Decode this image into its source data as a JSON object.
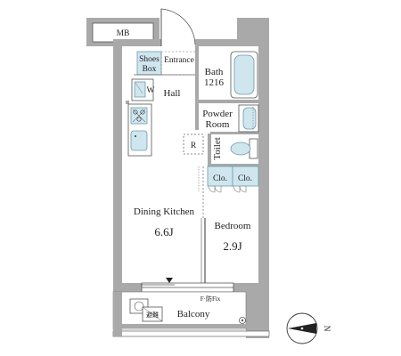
{
  "floorplan": {
    "rooms": {
      "mb": "MB",
      "shoes_box_line1": "Shoes",
      "shoes_box_line2": "Box",
      "entrance": "Entrance",
      "hall": "Hall",
      "bath_label": "Bath",
      "bath_size": "1216",
      "powder_room_line1": "Powder",
      "powder_room_line2": "Room",
      "toilet": "Toilet",
      "refrigerator": "R",
      "washer": "W",
      "closet_left": "Clo.",
      "closet_right": "Clo.",
      "dining_kitchen": "Dining Kitchen",
      "dining_kitchen_size": "6.6J",
      "bedroom": "Bedroom",
      "bedroom_size": "2.9J",
      "balcony": "Balcony",
      "balcony_note": "F·防Fix",
      "evacuation_hatch": "避難",
      "compass_letter": "N"
    },
    "colors": {
      "wall": "#a9a9a9",
      "fixture_fill": "#cfe6ee",
      "fixture_stroke": "#6e9aa8",
      "text": "#222222"
    }
  }
}
